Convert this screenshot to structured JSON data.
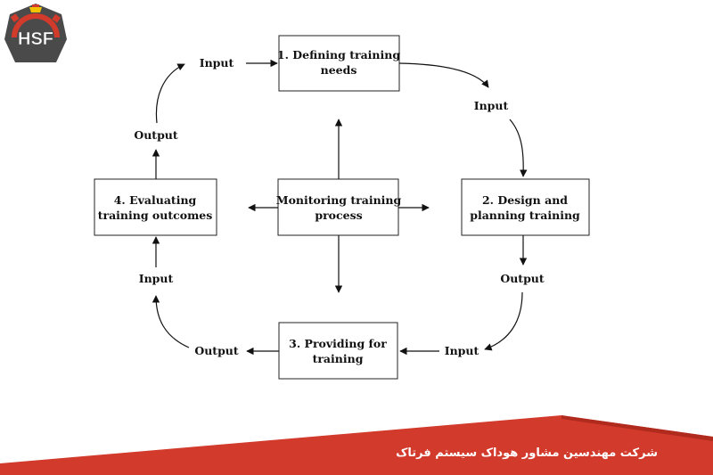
{
  "brand": {
    "logo_text": "HSF",
    "company_name": "شرکت مهندسین مشاور هوداک سیستم فرتاک",
    "primary_color": "#d23a2c",
    "secondary_color": "#4a4a4a"
  },
  "diagram": {
    "boxes": {
      "defining": [
        "1. Defining training",
        "needs"
      ],
      "design": [
        "2. Design and",
        "planning training"
      ],
      "providing": [
        "3. Providing for",
        "training"
      ],
      "evaluating": [
        "4. Evaluating",
        "training outcomes"
      ],
      "monitoring": [
        "Monitoring training",
        "process"
      ]
    },
    "labels": {
      "top_input": "Input",
      "right_input": "Input",
      "right_output": "Output",
      "bottom_input": "Input",
      "bottom_output": "Output",
      "left_input": "Input",
      "left_output": "Output"
    }
  }
}
